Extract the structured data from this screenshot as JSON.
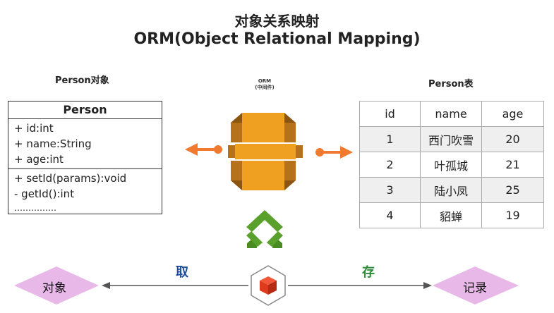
{
  "title": {
    "line1": "对象关系映射",
    "line2": "ORM(Object Relational Mapping)"
  },
  "left_panel": {
    "heading": "Person对象",
    "class_name": "Person",
    "attributes": [
      "+ id:int",
      "+ name:String",
      "+ age:int"
    ],
    "methods": [
      "+ setId(params):void",
      "- getId():int",
      "……………"
    ]
  },
  "middle": {
    "orm_label": "ORM",
    "orm_sublabel": "(中间件)"
  },
  "right_panel": {
    "heading": "Person表",
    "columns": [
      "id",
      "name",
      "age"
    ],
    "rows": [
      [
        "1",
        "西门吹雪",
        "20"
      ],
      [
        "2",
        "叶孤城",
        "21"
      ],
      [
        "3",
        "陆小凤",
        "25"
      ],
      [
        "4",
        "貂蝉",
        "19"
      ]
    ]
  },
  "bottom_flow": {
    "left_node": "对象",
    "right_node": "记录",
    "fetch_label": "取",
    "store_label": "存"
  },
  "colors": {
    "orange": "#f07a2f",
    "box_gold": "#f0a020",
    "box_dark": "#b5721a",
    "green": "#5aa02c",
    "diamond": "#e8b8e8",
    "fetch_blue": "#1f4e9c",
    "store_green": "#2e8b3a",
    "cube_red": "#e03a1e"
  }
}
